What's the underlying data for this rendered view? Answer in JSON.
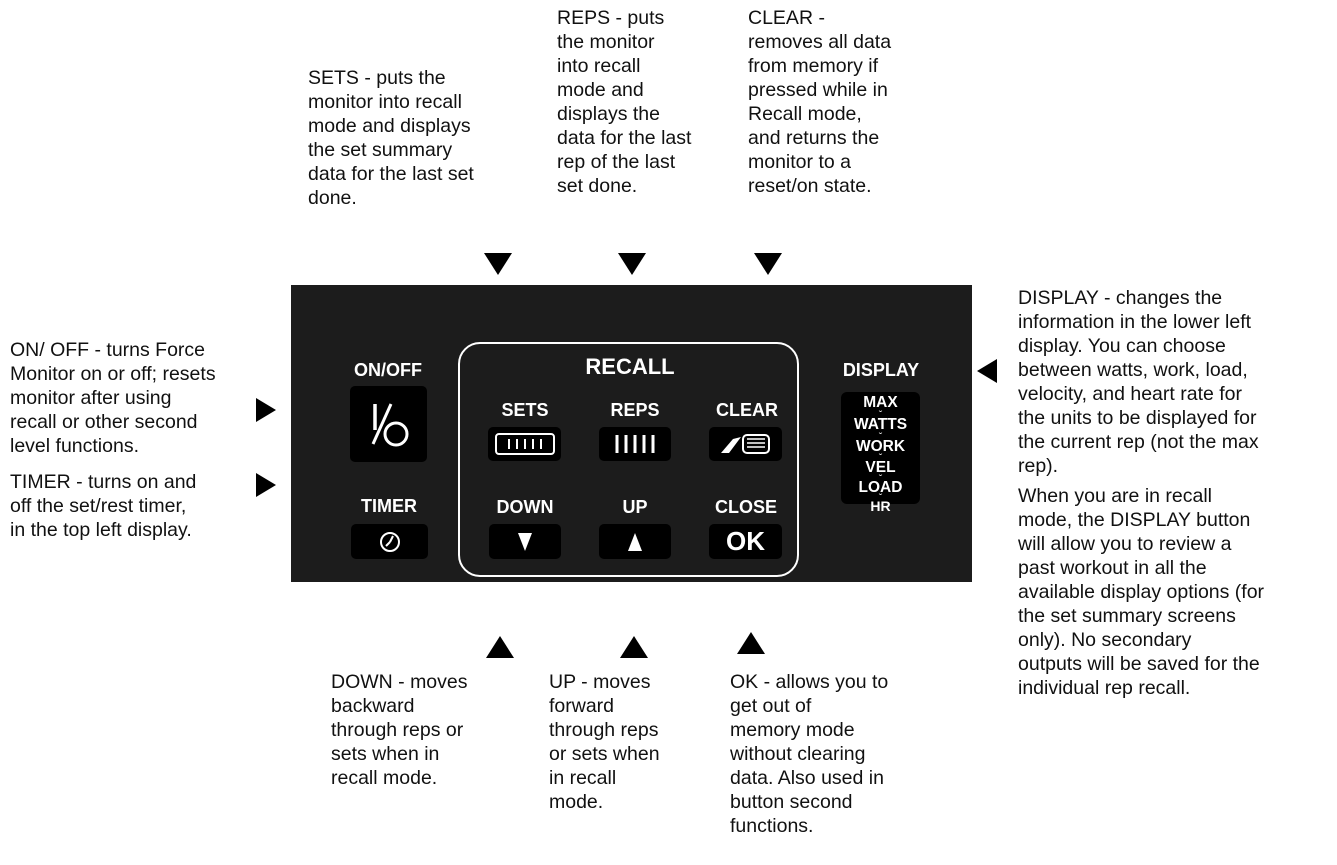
{
  "annotations": {
    "sets": "SETS - puts the\nmonitor into recall\nmode and displays\nthe set summary\ndata for the last set\ndone.",
    "reps": "REPS - puts\nthe monitor\ninto recall\nmode and\ndisplays the\ndata for the last\nrep of the last\nset done.",
    "clear": "CLEAR -\nremoves all data\nfrom memory if\npressed while in\nRecall mode,\nand returns the\nmonitor to a\nreset/on state.",
    "onoff": "ON/ OFF - turns Force\nMonitor on or off; resets\nmonitor after using\nrecall or other second\nlevel functions.",
    "timer": "TIMER - turns on and\noff the set/rest timer,\nin the top left display.",
    "display": "DISPLAY - changes the\ninformation in the lower left\ndisplay. You can choose\nbetween watts, work, load,\nvelocity, and heart rate for\nthe units to be displayed for\nthe current rep (not the max\nrep).",
    "display_recall": "When you are in recall\nmode, the DISPLAY button\nwill allow you to review a\npast workout in all the\navailable display options (for\nthe set summary screens\nonly).  No secondary\noutputs will be saved for the\nindividual rep recall.",
    "down": "DOWN - moves\nbackward\nthrough reps or\nsets when in\nrecall mode.",
    "up": "UP - moves\nforward\nthrough reps\nor sets when\nin recall\nmode.",
    "ok": "OK - allows you to\nget out of\nmemory mode\nwithout clearing\ndata. Also used in\nbutton second\nfunctions."
  },
  "panel": {
    "onoff_label": "ON/OFF",
    "timer_label": "TIMER",
    "recall_label": "RECALL",
    "sets_label": "SETS",
    "reps_label": "REPS",
    "clear_label": "CLEAR",
    "down_label": "DOWN",
    "up_label": "UP",
    "close_label": "CLOSE",
    "ok_text": "OK",
    "display_label": "DISPLAY",
    "display_items": [
      "MAX",
      "WATTS",
      "WORK",
      "VEL",
      "LOAD",
      "HR"
    ]
  },
  "icons": [
    "power-icon",
    "clock-icon",
    "sets-bars-icon",
    "reps-bars-icon",
    "eraser-icon",
    "down-triangle-icon",
    "up-triangle-icon"
  ],
  "colors": {
    "panel": "#1c1c1c",
    "button": "#000000",
    "text": "#ffffff"
  }
}
